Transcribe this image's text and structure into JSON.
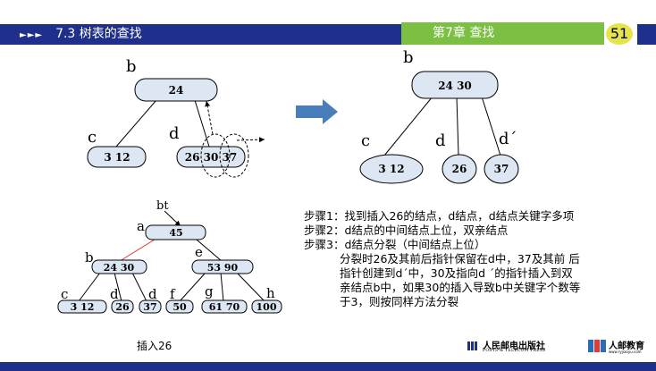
{
  "header": {
    "arrows": "►►►",
    "title": "7.3 树表的查找",
    "chapter": "第7章 查找",
    "page": "51"
  },
  "tree_before": {
    "root_label": "b",
    "root_keys": "24",
    "left_label": "c",
    "left_keys": "3  12",
    "right_label": "d",
    "right_keys": "26 30 37"
  },
  "tree_after": {
    "root_label": "b",
    "root_keys": "24 30",
    "c_label": "c",
    "c_keys": "3  12",
    "d_label": "d",
    "d_keys": "26",
    "d2_label": "d´",
    "d2_keys": "37"
  },
  "tree_example": {
    "bt_label": "bt",
    "a_label": "a",
    "a_keys": "45",
    "b_label": "b",
    "b_keys": "24 30",
    "e_label": "e",
    "e_keys": "53  90",
    "c_label": "c",
    "c_keys": "3  12",
    "d_label": "d",
    "d_keys": "26",
    "d2_label": "d",
    "d2_keys": "37",
    "f_label": "f",
    "f_keys": "50",
    "g_label": "g",
    "g_keys": "61  70",
    "h_label": "h",
    "h_keys": "100",
    "caption": "插入26"
  },
  "steps": {
    "step1": "步骤1：找到插入26的结点，d结点，d结点关键字多项",
    "step2": "步骤2：d结点的中间结点上位，双亲结点",
    "step3": "步骤3：d结点分裂（中间结点上位）",
    "detail1": "分裂时26及其前后指针保留在d中，37及其前 后",
    "detail2": "指针创建到d´中，30及指向d ´的指针插入到双",
    "detail3": "亲结点b中，如果30的插入导致b中关键字个数等",
    "detail4": "于3，则按同样方法分裂"
  },
  "publisher": {
    "name1": "人民邮电出版社",
    "name1_en": "POSTS & TELECOM PRESS",
    "name2": "人邮教育",
    "name2_url": "www.ryjiaoyu.com"
  },
  "colors": {
    "header_bar": "#1f2f8c",
    "chapter_bg": "#7bc043",
    "page_circle": "#e7e34a",
    "node_fill": "#dde7f3",
    "arrow_fill": "#4a7ebb",
    "highlight_edge": "#e0322c"
  }
}
